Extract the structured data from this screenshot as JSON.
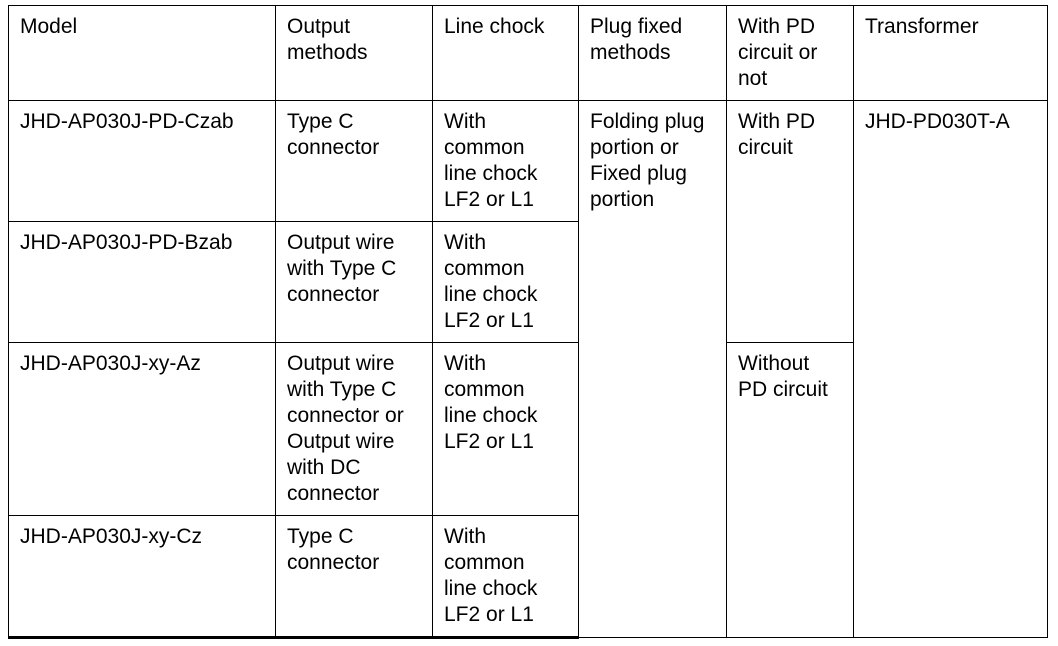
{
  "table": {
    "name": "product-model-specification-table",
    "columns": [
      {
        "key": "model",
        "label": "Model"
      },
      {
        "key": "output",
        "label": "Output\nmethods"
      },
      {
        "key": "chock",
        "label": "Line chock"
      },
      {
        "key": "plug",
        "label": "Plug fixed\nmethods"
      },
      {
        "key": "pd",
        "label": "With PD\ncircuit or\nnot"
      },
      {
        "key": "transformer",
        "label": "Transformer"
      }
    ],
    "rows": [
      {
        "model": "JHD-AP030J-PD-Czab",
        "output": "Type C\nconnector",
        "chock": "With\ncommon\nline chock\nLF2 or L1"
      },
      {
        "model": "JHD-AP030J-PD-Bzab",
        "output": "Output wire\nwith Type C\nconnector",
        "chock": "With\ncommon\nline chock\nLF2 or L1"
      },
      {
        "model": "JHD-AP030J-xy-Az",
        "output": "Output wire\nwith Type C\nconnector or\nOutput wire\nwith DC\nconnector",
        "chock": "With\ncommon\nline chock\nLF2 or L1"
      },
      {
        "model": "JHD-AP030J-xy-Cz",
        "output": "Type C\nconnector",
        "chock": "With\ncommon\nline chock\nLF2 or L1"
      }
    ],
    "merged": {
      "plug_all_rows": "Folding plug\nportion or\nFixed plug\nportion",
      "pd_rows_1_2": "With PD\ncircuit",
      "pd_rows_3_4": "Without\nPD circuit",
      "transformer_all_rows": "JHD-PD030T-A"
    }
  },
  "colors": {
    "border": "#000000",
    "text": "#000000",
    "background": "#ffffff"
  }
}
